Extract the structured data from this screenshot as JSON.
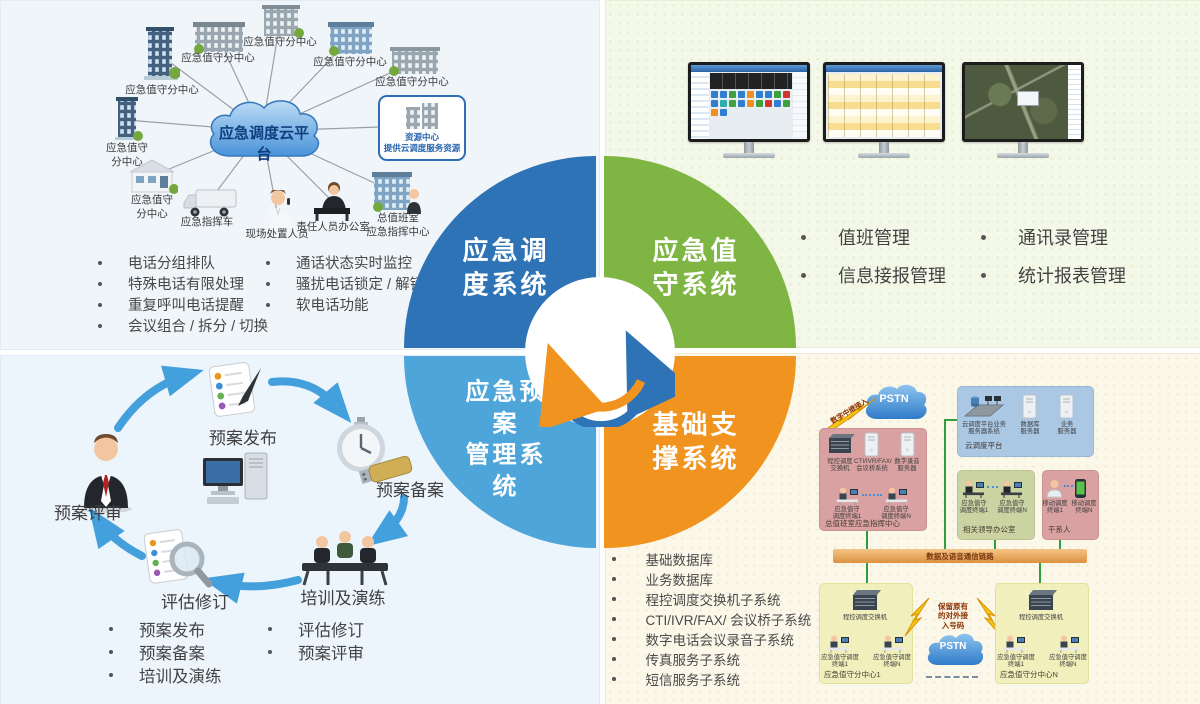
{
  "circle": {
    "dispatch": "应急调\n度系统",
    "duty": "应急值\n守系统",
    "plan": "应急预案\n管理系统",
    "support": "基础支\n撑系统",
    "colors": {
      "dispatch": "#2e73b6",
      "duty": "#7fb542",
      "plan": "#4ea5da",
      "support": "#f0941f"
    }
  },
  "tl": {
    "cloud": "应急调度云平台",
    "nodes": {
      "n1": "应急值守分中心",
      "n2": "应急值守分中心",
      "n3": "应急值守分中心",
      "n4": "应急值守分中心",
      "n5": "应急值守分中心",
      "resource": "资源中心\n提供云调度服务资源",
      "hq": "总值班室\n应急指挥中心",
      "office": "责任人员办公室",
      "field": "现场处置人员",
      "truck": "应急指挥车",
      "n11": "应急值守\n分中心",
      "n12": "应急值守\n分中心"
    },
    "bullets_col1": [
      "电话分组排队",
      "特殊电话有限处理",
      "重复呼叫电话提醒",
      "会议组合 / 拆分 / 切换"
    ],
    "bullets_col2": [
      "通话状态实时监控",
      "骚扰电话锁定 / 解锁",
      "软电话功能"
    ]
  },
  "tr": {
    "bullets_col1": [
      "值班管理",
      "信息接报管理"
    ],
    "bullets_col2": [
      "通讯录管理",
      "统计报表管理"
    ]
  },
  "bl": {
    "steps": {
      "publish": "预案发布",
      "record": "预案备案",
      "training": "培训及演练",
      "revise": "评估修订",
      "review": "预案评审"
    },
    "bullets_col1": [
      "预案发布",
      "预案备案",
      "培训及演练"
    ],
    "bullets_col2": [
      "评估修订",
      "预案评审"
    ]
  },
  "br": {
    "bullets": [
      "基础数据库",
      "业务数据库",
      "程控调度交换机子系统",
      "CTI/IVR/FAX/ 会议桥子系统",
      "数字电话会议录音子系统",
      "传真服务子系统",
      "短信服务子系统"
    ],
    "diagram": {
      "pstn_top": "PSTN",
      "pstn_bottom": "PSTN",
      "trunk_label": "数字中继接入",
      "keep_number": "保留原有\n的对外接\n入号码",
      "link_bar": "数据及语音通信链路",
      "command": {
        "label": "总值班室应急指挥中心",
        "dev1": "程控调度\n交换机",
        "dev2": "CTI/IVR/FAX/\n会议桥系统",
        "dev3": "数字录音\n服务器",
        "t1": "应急值守\n调度终端1",
        "t2": "应急值守\n调度终端N"
      },
      "cloudbox": {
        "label": "云调度平台",
        "s1": "云调度平台业务\n服务器系统",
        "s2": "数据库\n服务器",
        "s3": "业务\n服务器"
      },
      "leaders": {
        "label": "相关领导办公室",
        "t1": "应急值守\n调度终端1",
        "t2": "应急值守\n调度终端N"
      },
      "stakeholders": {
        "label": "干系人",
        "t1": "移动调度\n终端1",
        "t2": "移动调度\n终端N"
      },
      "branch1": {
        "label": "应急值守分中心1",
        "device": "程控调度交换机",
        "t1": "应急值守调度\n终端1",
        "t2": "应急值守调度\n终端N"
      },
      "branch2": {
        "label": "应急值守分中心N",
        "device": "程控调度交换机",
        "t1": "应急值守调度\n终端1",
        "t2": "应急值守调度\n终端N"
      }
    }
  }
}
